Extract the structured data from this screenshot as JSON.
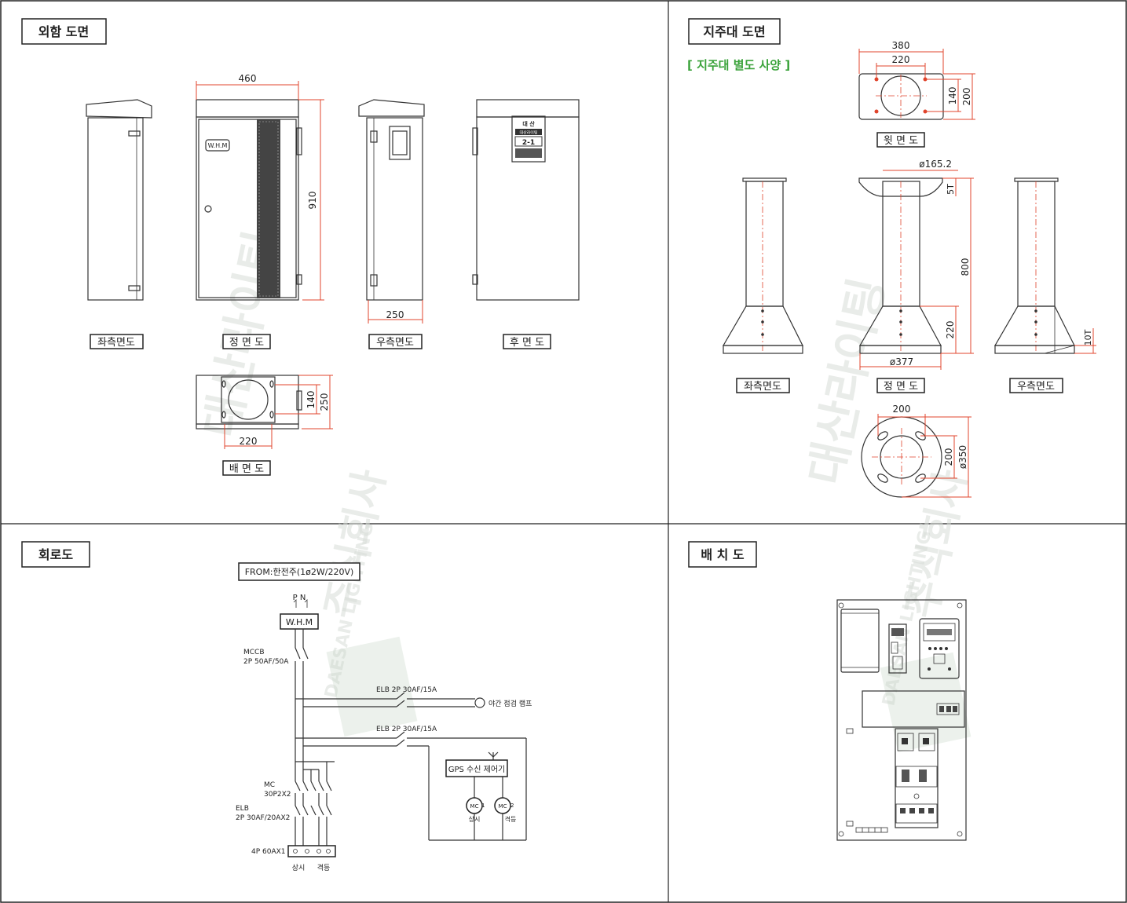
{
  "sections": {
    "exterior": {
      "title": "외함 도면",
      "dims": {
        "width": "460",
        "height": "910",
        "depth": "250",
        "base_depth": "250",
        "base_hole_w": "220",
        "base_hole_h": "140"
      },
      "labels": {
        "left": "좌측면도",
        "front": "정 면 도",
        "right": "우측면도",
        "back": "후 면 도",
        "bottom": "배 면 도"
      },
      "front_badge": "W.H.M",
      "back_sign": {
        "line1": "대 산",
        "line2": "대산라이팅",
        "line3": "2-1"
      }
    },
    "pole": {
      "title": "지주대 도면",
      "note": "[ 지주대 별도 사양 ]",
      "dims": {
        "top_w": "380",
        "top_inner": "220",
        "top_h_inner": "140",
        "top_h": "200",
        "pipe_dia": "ø165.2",
        "plate_t": "5T",
        "height": "800",
        "base_h": "220",
        "base_dia": "ø377",
        "base_t": "10T",
        "flange_w": "200",
        "flange_h": "200",
        "flange_dia": "ø350"
      },
      "labels": {
        "top": "윗 면 도",
        "left": "좌측면도",
        "front": "정 면 도",
        "right": "우측면도"
      }
    },
    "circuit": {
      "title": "회로도",
      "source": "FROM:한전주(1ø2W/220V)",
      "pn": "P  N",
      "whm": "W.H.M",
      "mccb": [
        "MCCB",
        "2P 50AF/50A"
      ],
      "elb1": "ELB 2P 30AF/15A",
      "lamp": "야간 점검 램프",
      "elb2": "ELB 2P 30AF/15A",
      "gps": "GPS 수신 제어기",
      "mc1": "MC",
      "mc1_num": "1",
      "mc1_label": "상시",
      "mc2": "MC",
      "mc2_num": "2",
      "mc2_label": "격등",
      "mc": [
        "MC",
        "30P2X2"
      ],
      "elb3": [
        "ELB",
        "2P 30AF/20AX2"
      ],
      "terminal": "4P 60AX1",
      "out1": "상시",
      "out2": "격등"
    },
    "layout": {
      "title": "배 치 도"
    }
  },
  "watermark": {
    "text1": "대산라이팅",
    "text2": "주식회사",
    "brand": "DAESAN LIGHTING"
  },
  "colors": {
    "dimension": "#e0442c",
    "note_green": "#3ba33b",
    "line": "#333333"
  }
}
